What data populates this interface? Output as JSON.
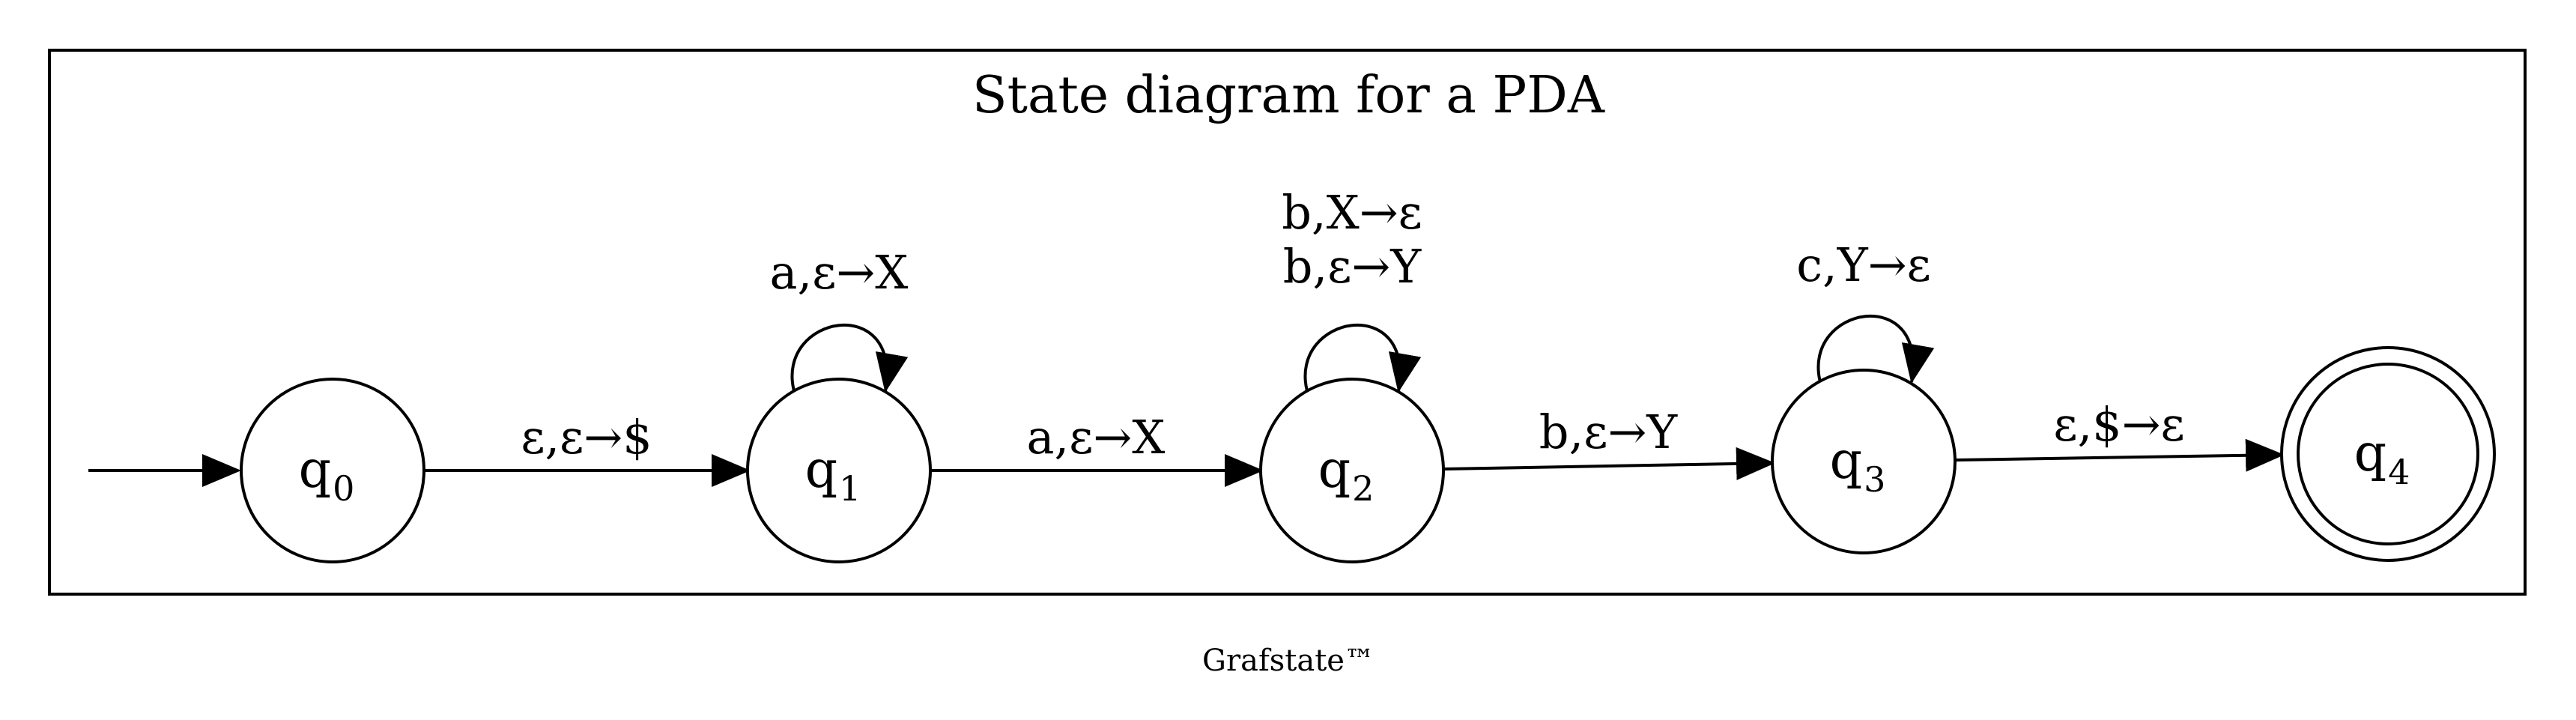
{
  "diagram": {
    "title": "State diagram for a PDA",
    "footer": "Grafstate™",
    "start_state": "q0",
    "accept_states": [
      "q4"
    ],
    "states": [
      {
        "id": "q0",
        "letter": "q",
        "sub": "0",
        "accepting": false
      },
      {
        "id": "q1",
        "letter": "q",
        "sub": "1",
        "accepting": false
      },
      {
        "id": "q2",
        "letter": "q",
        "sub": "2",
        "accepting": false
      },
      {
        "id": "q3",
        "letter": "q",
        "sub": "3",
        "accepting": false
      },
      {
        "id": "q4",
        "letter": "q",
        "sub": "4",
        "accepting": true
      }
    ],
    "transitions": [
      {
        "from": "q0",
        "to": "q1",
        "labels": [
          "ε,ε→$"
        ]
      },
      {
        "from": "q1",
        "to": "q1",
        "labels": [
          "a,ε→X"
        ]
      },
      {
        "from": "q1",
        "to": "q2",
        "labels": [
          "a,ε→X"
        ]
      },
      {
        "from": "q2",
        "to": "q2",
        "labels": [
          "b,X→ε",
          "b,ε→Y"
        ]
      },
      {
        "from": "q2",
        "to": "q3",
        "labels": [
          "b,ε→Y"
        ]
      },
      {
        "from": "q3",
        "to": "q3",
        "labels": [
          "c,Y→ε"
        ]
      },
      {
        "from": "q3",
        "to": "q4",
        "labels": [
          "ε,$→ε"
        ]
      }
    ]
  }
}
